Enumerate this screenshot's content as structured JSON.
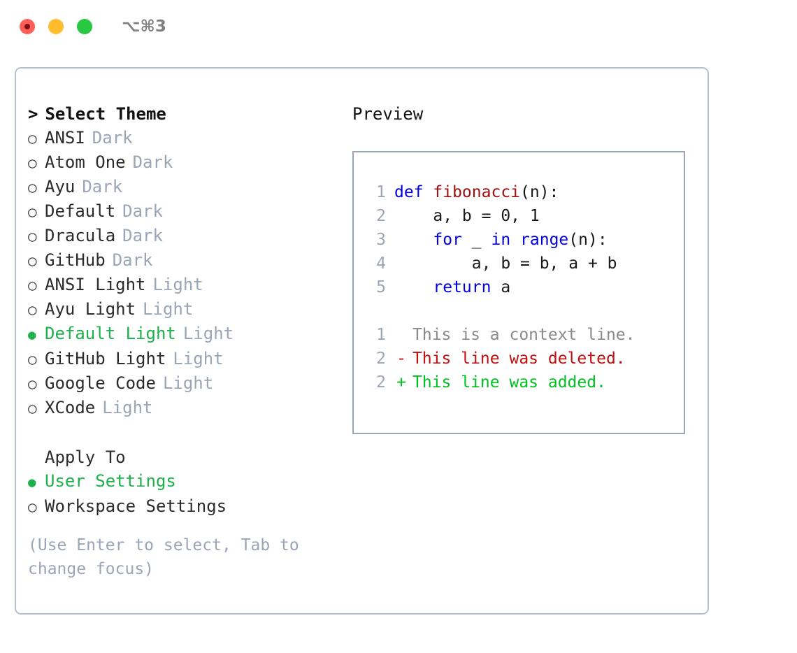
{
  "titlebar": {
    "shortcut": "⌥⌘3",
    "lights": [
      {
        "name": "close",
        "color": "#ff5f57"
      },
      {
        "name": "minimize",
        "color": "#ffbd2e"
      },
      {
        "name": "zoom",
        "color": "#28c840"
      }
    ]
  },
  "theme_picker": {
    "header_caret": ">",
    "header": "Select Theme",
    "bullet_on": "●",
    "bullet_off": "○",
    "items": [
      {
        "name": "ANSI",
        "tag": "Dark",
        "selected": false
      },
      {
        "name": "Atom One",
        "tag": "Dark",
        "selected": false
      },
      {
        "name": "Ayu",
        "tag": "Dark",
        "selected": false
      },
      {
        "name": "Default",
        "tag": "Dark",
        "selected": false
      },
      {
        "name": "Dracula",
        "tag": "Dark",
        "selected": false
      },
      {
        "name": "GitHub",
        "tag": "Dark",
        "selected": false
      },
      {
        "name": "ANSI Light",
        "tag": "Light",
        "selected": false
      },
      {
        "name": "Ayu Light",
        "tag": "Light",
        "selected": false
      },
      {
        "name": "Default Light",
        "tag": "Light",
        "selected": true
      },
      {
        "name": "GitHub Light",
        "tag": "Light",
        "selected": false
      },
      {
        "name": "Google Code",
        "tag": "Light",
        "selected": false
      },
      {
        "name": "XCode",
        "tag": "Light",
        "selected": false
      }
    ]
  },
  "apply_to": {
    "label": "Apply To",
    "options": [
      {
        "label": "User Settings",
        "selected": true
      },
      {
        "label": "Workspace Settings",
        "selected": false
      }
    ]
  },
  "hint": "(Use Enter to select, Tab to change focus)",
  "preview": {
    "title": "Preview",
    "code_lines": [
      {
        "no": "1",
        "tokens": [
          {
            "t": "def ",
            "c": "kw"
          },
          {
            "t": "fibonacci",
            "c": "fn"
          },
          {
            "t": "(n):",
            "c": "plain"
          }
        ]
      },
      {
        "no": "2",
        "tokens": [
          {
            "t": "    a, b = 0, 1",
            "c": "plain"
          }
        ]
      },
      {
        "no": "3",
        "tokens": [
          {
            "t": "    ",
            "c": "plain"
          },
          {
            "t": "for",
            "c": "kw"
          },
          {
            "t": " _ ",
            "c": "plain"
          },
          {
            "t": "in",
            "c": "kw"
          },
          {
            "t": " ",
            "c": "plain"
          },
          {
            "t": "range",
            "c": "kw"
          },
          {
            "t": "(n):",
            "c": "plain"
          }
        ]
      },
      {
        "no": "4",
        "tokens": [
          {
            "t": "        a, b = b, a + b",
            "c": "plain"
          }
        ]
      },
      {
        "no": "5",
        "tokens": [
          {
            "t": "    ",
            "c": "plain"
          },
          {
            "t": "return",
            "c": "kw"
          },
          {
            "t": " a",
            "c": "plain"
          }
        ]
      }
    ],
    "diff_lines": [
      {
        "no": "1",
        "mark": " ",
        "text": "This is a context line.",
        "kind": "context"
      },
      {
        "no": "2",
        "mark": "-",
        "text": "This line was deleted.",
        "kind": "del"
      },
      {
        "no": "2",
        "mark": "+",
        "text": "This line was added.",
        "kind": "add"
      }
    ]
  },
  "colors": {
    "accent_green": "#1cb14a",
    "muted": "#9aa5b5",
    "keyword": "#0000e0",
    "function": "#a01010",
    "diff_add": "#00c020",
    "diff_del": "#c01010",
    "border": "#b6bfcc"
  }
}
